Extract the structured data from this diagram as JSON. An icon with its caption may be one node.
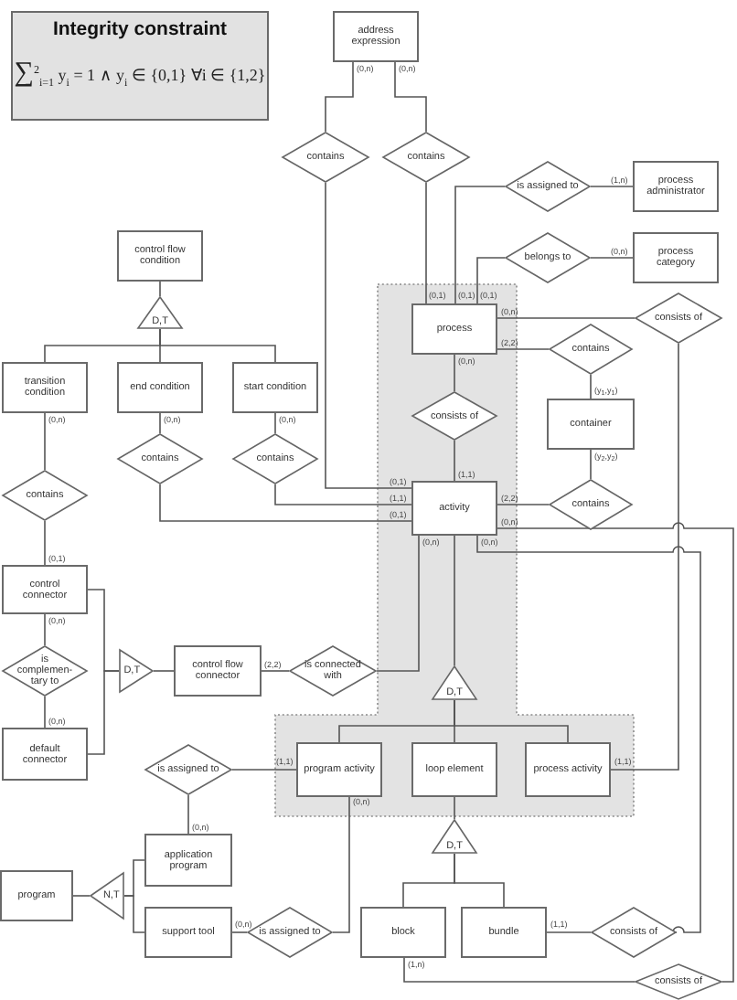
{
  "diagram": {
    "nodes": [
      {
        "text": [
          "Integrity constraint",
          "∑$^{2}$$_{i=1}$ y$_{i}$ = 1 ∧ y$_{i}$ ∈ {0,1} ∀i ∈ {1,2}"
        ]
      },
      {
        "text": [
          "address expression"
        ]
      },
      {
        "text": [
          "contains"
        ]
      },
      {
        "text": [
          "contains"
        ]
      },
      {
        "text": [
          "is assigned to"
        ]
      },
      {
        "text": [
          "process administrator"
        ]
      },
      {
        "text": [
          "belongs to"
        ]
      },
      {
        "text": [
          "process category"
        ]
      },
      {
        "text": [
          "control flow condition"
        ]
      },
      {
        "text": [
          "D,T"
        ]
      },
      {
        "text": [],
        "shape": "band"
      },
      {
        "text": [
          "process"
        ],
        "in": 10
      },
      {
        "text": [
          "consists of"
        ]
      },
      {
        "text": [
          "contains"
        ]
      },
      {
        "text": [
          "transition condition"
        ]
      },
      {
        "text": [
          "end condition"
        ]
      },
      {
        "text": [
          "start condition"
        ]
      },
      {
        "text": [
          "consists of"
        ],
        "in": 10
      },
      {
        "text": [
          "container"
        ]
      },
      {
        "text": [
          "contains"
        ]
      },
      {
        "text": [
          "contains"
        ]
      },
      {
        "text": [
          "contains"
        ]
      },
      {
        "text": [
          "activity"
        ],
        "in": 10
      },
      {
        "text": [
          "contains"
        ]
      },
      {
        "text": [
          "control connector"
        ]
      },
      {
        "text": [
          "is complemen-tary to"
        ]
      },
      {
        "text": [
          "D,T"
        ]
      },
      {
        "text": [
          "control flow connector"
        ]
      },
      {
        "text": [
          "is connected with"
        ]
      },
      {
        "text": [
          "D,T"
        ],
        "in": 10
      },
      {
        "text": [
          "default connector"
        ]
      },
      {
        "text": [
          "is assigned to"
        ]
      },
      {
        "text": [
          "program activity"
        ],
        "in": 10
      },
      {
        "text": [
          "loop element"
        ],
        "in": 10
      },
      {
        "text": [
          "process activity"
        ],
        "in": 10
      },
      {
        "text": [
          "D,T"
        ]
      },
      {
        "text": [
          "application program"
        ]
      },
      {
        "text": [
          "program"
        ]
      },
      {
        "text": [
          "N,T"
        ]
      },
      {
        "text": [
          "support tool"
        ]
      },
      {
        "text": [
          "is assigned to"
        ]
      },
      {
        "text": [
          "block"
        ]
      },
      {
        "text": [
          "bundle"
        ]
      },
      {
        "text": [
          "consists of"
        ]
      },
      {
        "text": [
          "consists of"
        ]
      }
    ],
    "edges": [
      {
        "from": 1,
        "to": 2,
        "arrow": "none",
        "label": "(0,n)"
      },
      {
        "from": 1,
        "to": 3,
        "arrow": "none",
        "label": "(0,n)"
      },
      {
        "from": 22,
        "to": 2,
        "arrow": "none",
        "label": "(0,1)"
      },
      {
        "from": 11,
        "to": 3,
        "arrow": "none",
        "label": "(0,1)"
      },
      {
        "from": 11,
        "to": 4,
        "arrow": "none",
        "label": "(0,1)"
      },
      {
        "from": 5,
        "to": 4,
        "arrow": "none",
        "label": "(1,n)"
      },
      {
        "from": 11,
        "to": 6,
        "arrow": "none",
        "label": "(0,1)"
      },
      {
        "from": 7,
        "to": 6,
        "arrow": "none",
        "label": "(0,n)"
      },
      {
        "from": 8,
        "to": 9,
        "arrow": "none"
      },
      {
        "from": 9,
        "to": 14,
        "arrow": "none"
      },
      {
        "from": 9,
        "to": 15,
        "arrow": "none"
      },
      {
        "from": 9,
        "to": 16,
        "arrow": "none"
      },
      {
        "from": 11,
        "to": 12,
        "arrow": "none",
        "label": "(0,n)"
      },
      {
        "from": 11,
        "to": 13,
        "arrow": "none",
        "label": "(2,2)"
      },
      {
        "from": 18,
        "to": 13,
        "arrow": "none",
        "label": "(y$_{1}$,y$_{1}$)"
      },
      {
        "from": 11,
        "to": 17,
        "arrow": "none",
        "label": "(0,n)"
      },
      {
        "from": 22,
        "to": 17,
        "arrow": "none",
        "label": "(1,1)"
      },
      {
        "from": 14,
        "to": 21,
        "arrow": "none",
        "label": "(0,n)"
      },
      {
        "from": 24,
        "to": 21,
        "arrow": "none",
        "label": "(0,1)"
      },
      {
        "from": 15,
        "to": 19,
        "arrow": "none",
        "label": "(0,n)"
      },
      {
        "from": 22,
        "to": 19,
        "arrow": "none",
        "label": "(0,1)"
      },
      {
        "from": 16,
        "to": 20,
        "arrow": "none",
        "label": "(0,n)"
      },
      {
        "from": 22,
        "to": 20,
        "arrow": "none",
        "label": "(1,1)"
      },
      {
        "from": 18,
        "to": 23,
        "arrow": "none",
        "label": "(y$_{2}$,y$_{2}$)"
      },
      {
        "from": 22,
        "to": 23,
        "arrow": "none",
        "label": "(2,2)"
      },
      {
        "from": 24,
        "to": 25,
        "arrow": "none",
        "label": "(0,n)"
      },
      {
        "from": 30,
        "to": 25,
        "arrow": "none",
        "label": "(0,n)"
      },
      {
        "from": 27,
        "to": 26,
        "arrow": "none"
      },
      {
        "from": 26,
        "to": 24,
        "arrow": "none"
      },
      {
        "from": 26,
        "to": 30,
        "arrow": "none"
      },
      {
        "from": 27,
        "to": 28,
        "arrow": "none",
        "label": "(2,2)"
      },
      {
        "from": 22,
        "to": 28,
        "arrow": "none",
        "label": "(0,n)"
      },
      {
        "from": 22,
        "to": 29,
        "arrow": "none"
      },
      {
        "from": 29,
        "to": 32,
        "arrow": "none"
      },
      {
        "from": 29,
        "to": 33,
        "arrow": "none"
      },
      {
        "from": 29,
        "to": 34,
        "arrow": "none"
      },
      {
        "from": 32,
        "to": 31,
        "arrow": "none",
        "label": "(1,1)"
      },
      {
        "from": 36,
        "to": 31,
        "arrow": "none",
        "label": "(0,n)"
      },
      {
        "from": 33,
        "to": 35,
        "arrow": "none"
      },
      {
        "from": 35,
        "to": 41,
        "arrow": "none"
      },
      {
        "from": 35,
        "to": 42,
        "arrow": "none"
      },
      {
        "from": 37,
        "to": 38,
        "arrow": "none"
      },
      {
        "from": 38,
        "to": 36,
        "arrow": "none"
      },
      {
        "from": 38,
        "to": 39,
        "arrow": "none"
      },
      {
        "from": 32,
        "to": 40,
        "arrow": "none",
        "label": "(0,n)"
      },
      {
        "from": 39,
        "to": 40,
        "arrow": "none",
        "label": "(0,n)"
      },
      {
        "from": 34,
        "to": 12,
        "arrow": "none",
        "label": "(1,1)"
      },
      {
        "from": 22,
        "to": 43,
        "arrow": "none",
        "label": "(0,n)"
      },
      {
        "from": 42,
        "to": 43,
        "arrow": "none",
        "label": "(1,1)"
      },
      {
        "from": 22,
        "to": 44,
        "arrow": "none",
        "label": "(0,n)"
      },
      {
        "from": 41,
        "to": 44,
        "arrow": "none",
        "label": "(1,n)"
      }
    ]
  }
}
